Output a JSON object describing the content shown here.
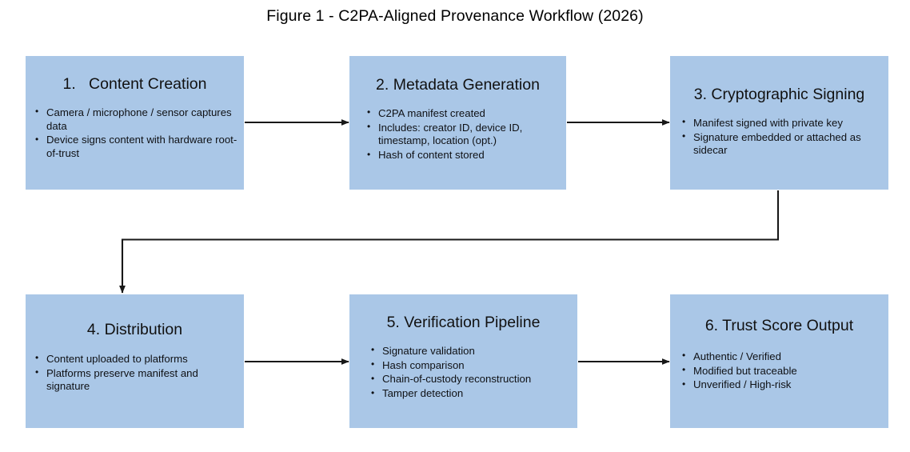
{
  "figure": {
    "title": "Figure 1 - C2PA-Aligned Provenance Workflow (2026)"
  },
  "theme": {
    "box_fill": "#aac7e7",
    "connector_color": "#181818",
    "text_color": "#111111",
    "background": "#ffffff"
  },
  "nodes": [
    {
      "id": "content-creation",
      "title": "1.   Content Creation",
      "bullets": [
        "Camera / microphone / sensor captures data",
        "Device signs content with hardware root-of-trust"
      ]
    },
    {
      "id": "metadata-generation",
      "title": "2. Metadata Generation",
      "bullets": [
        "C2PA manifest created",
        "Includes: creator ID, device ID, timestamp, location (opt.)",
        "Hash of content stored"
      ]
    },
    {
      "id": "cryptographic-signing",
      "title": "3. Cryptographic Signing",
      "bullets": [
        "Manifest signed with private key",
        "Signature embedded or attached as sidecar"
      ]
    },
    {
      "id": "distribution",
      "title": "4. Distribution",
      "bullets": [
        "Content uploaded to platforms",
        "Platforms preserve manifest and signature"
      ]
    },
    {
      "id": "verification-pipeline",
      "title": "5. Verification Pipeline",
      "bullets": [
        "Signature validation",
        "Hash comparison",
        "Chain-of-custody reconstruction",
        "Tamper detection"
      ]
    },
    {
      "id": "trust-score-output",
      "title": "6. Trust Score Output",
      "bullets": [
        "Authentic / Verified",
        "Modified but traceable",
        "Unverified / High-risk"
      ]
    }
  ],
  "connectors": [
    {
      "id": "arrow-1-to-2",
      "from": "content-creation",
      "to": "metadata-generation",
      "shape": "straight-horizontal"
    },
    {
      "id": "arrow-2-to-3",
      "from": "metadata-generation",
      "to": "cryptographic-signing",
      "shape": "straight-horizontal"
    },
    {
      "id": "arrow-3-to-4",
      "from": "cryptographic-signing",
      "to": "distribution",
      "shape": "elbow-down-left-down"
    },
    {
      "id": "arrow-4-to-5",
      "from": "distribution",
      "to": "verification-pipeline",
      "shape": "straight-horizontal"
    },
    {
      "id": "arrow-5-to-6",
      "from": "verification-pipeline",
      "to": "trust-score-output",
      "shape": "straight-horizontal"
    }
  ]
}
